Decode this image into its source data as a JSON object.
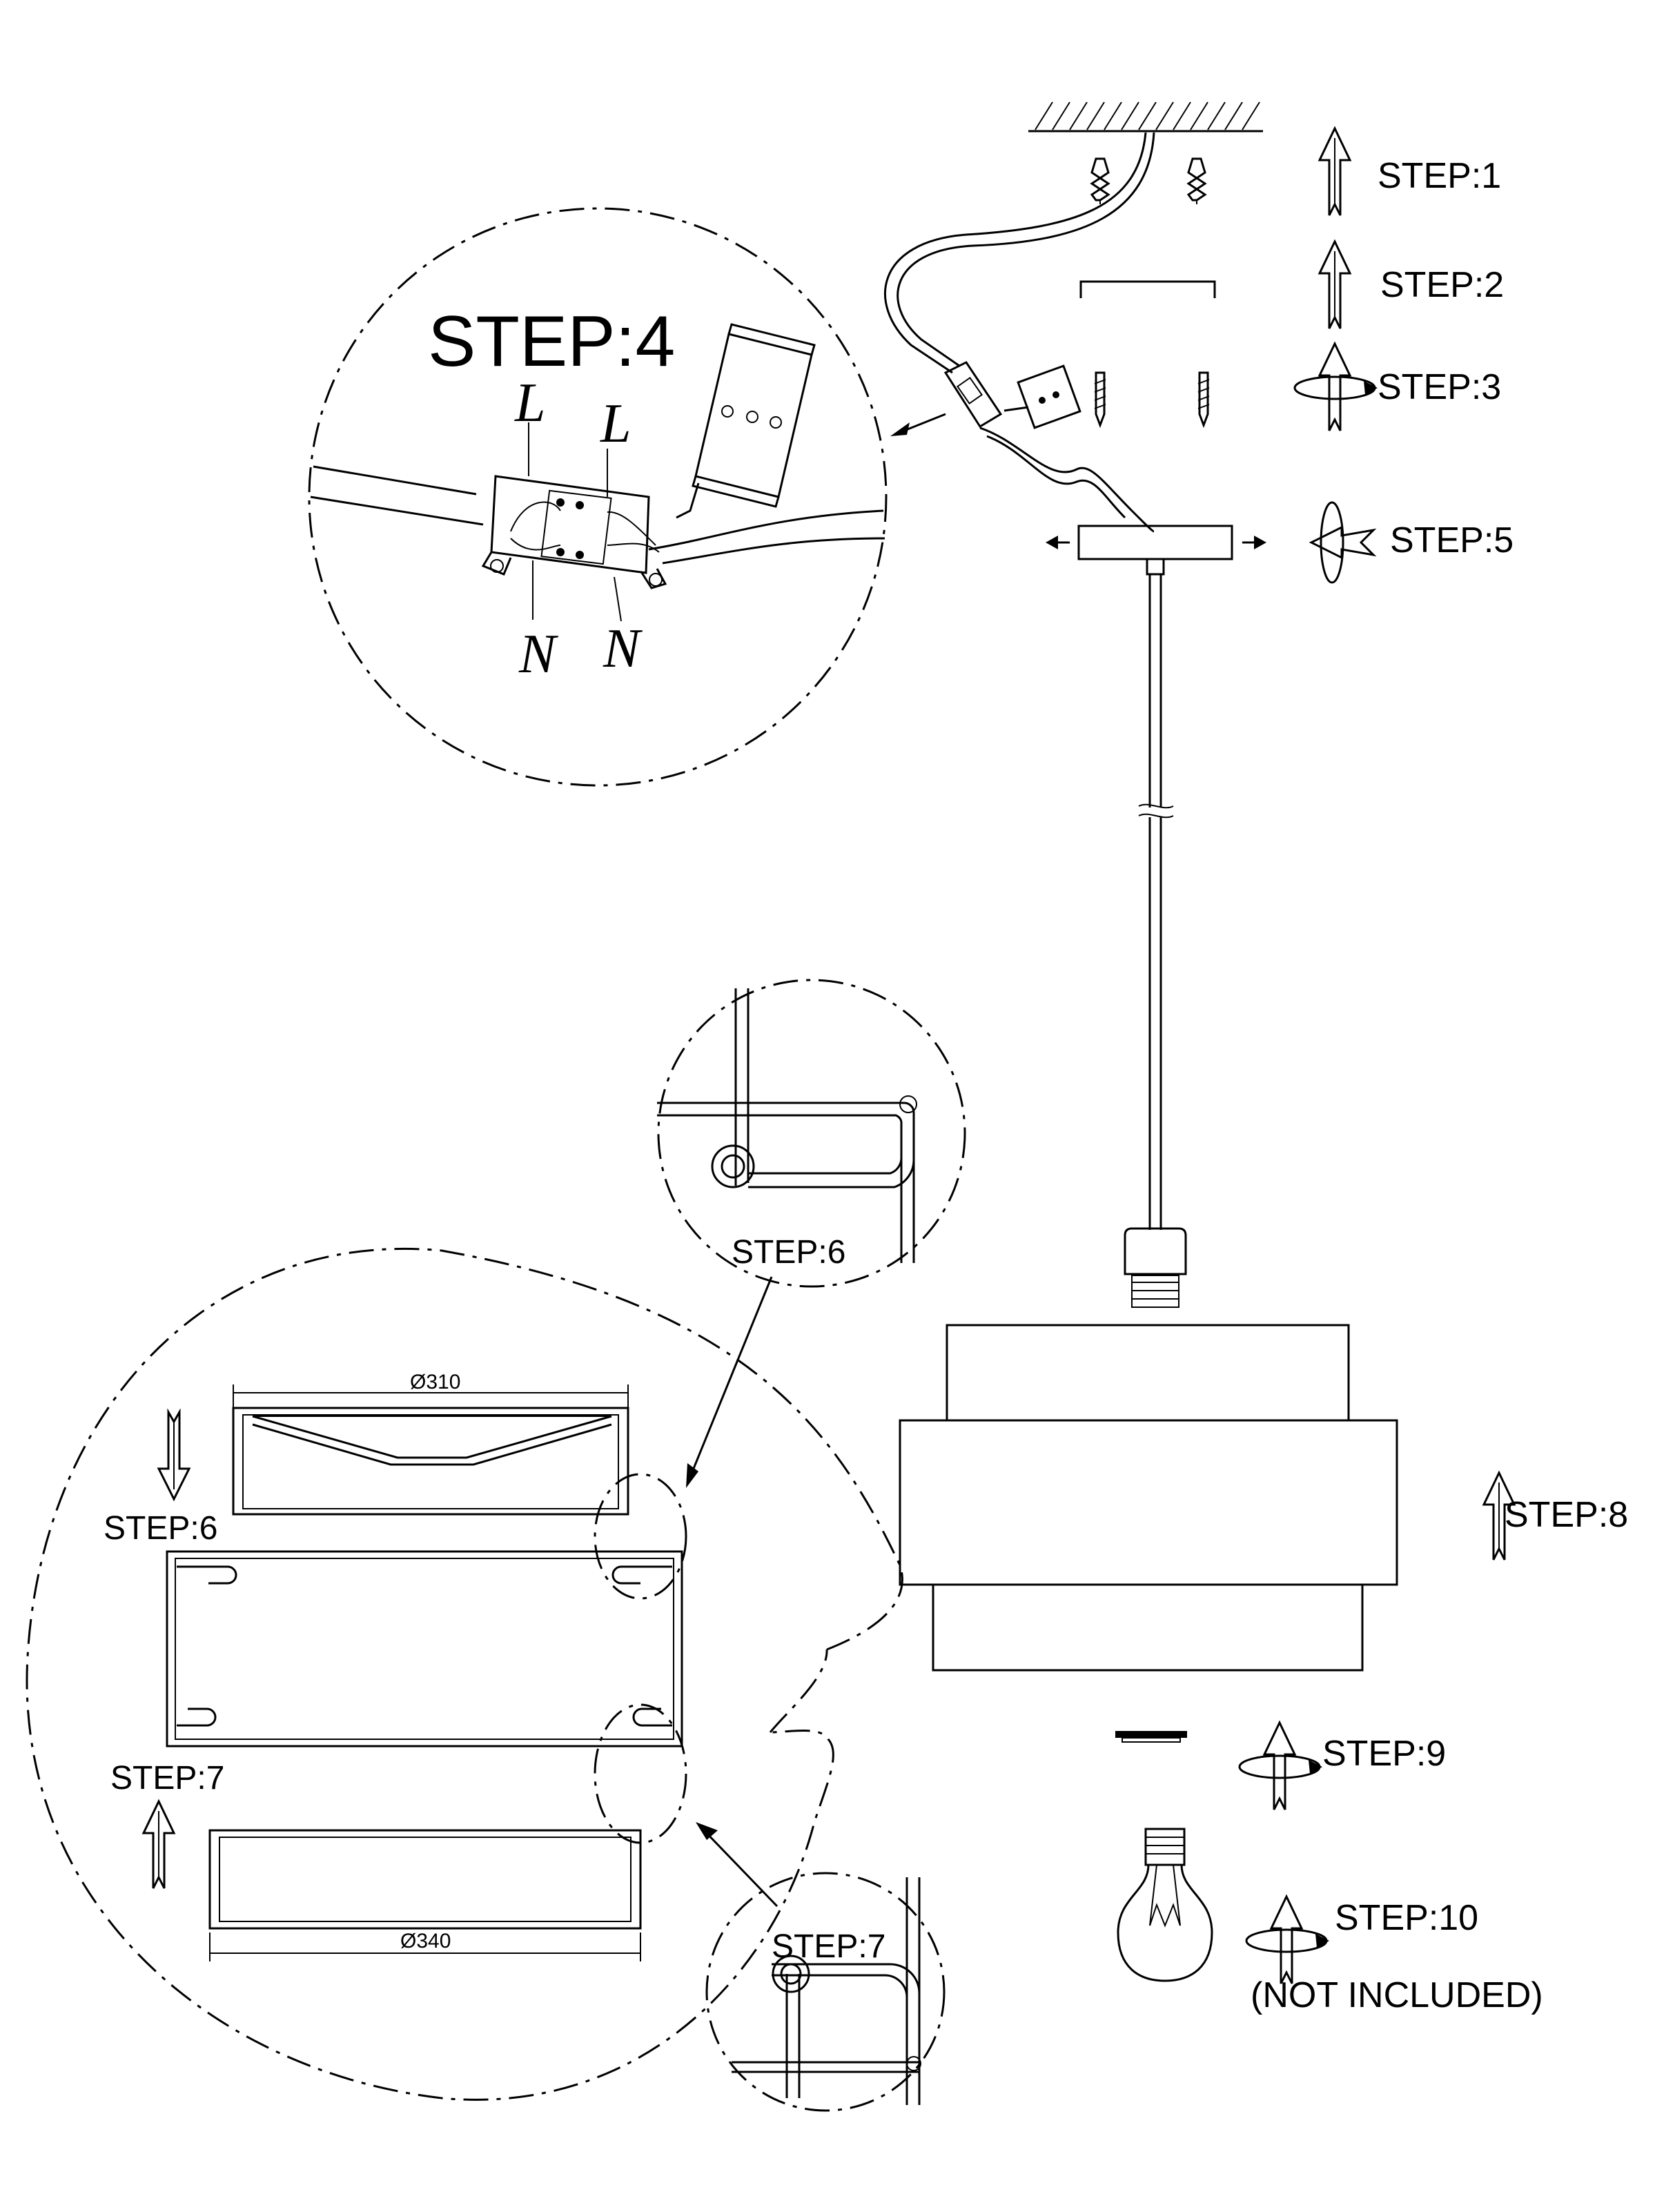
{
  "steps": {
    "s1": "STEP:1",
    "s2": "STEP:2",
    "s3": "STEP:3",
    "s4": "STEP:4",
    "s5": "STEP:5",
    "s6": "STEP:6",
    "s7": "STEP:7",
    "s8": "STEP:8",
    "s9": "STEP:9",
    "s10": "STEP:10"
  },
  "wiring": {
    "live_left": "L",
    "live_right": "L",
    "neutral_left": "N",
    "neutral_right": "N"
  },
  "dimensions": {
    "top_ring": "Ø310",
    "bottom_ring": "Ø340"
  },
  "notes": {
    "bulb_note": "(NOT INCLUDED)"
  },
  "icons": [
    "ceiling-icon",
    "wall-anchor-icon",
    "mounting-bracket-icon",
    "screw-icon",
    "terminal-block-icon",
    "canopy-icon",
    "lamp-socket-icon",
    "lampshade-icon",
    "shade-ring-icon",
    "light-bulb-icon",
    "push-arrow-icon",
    "rotate-arrow-icon"
  ]
}
